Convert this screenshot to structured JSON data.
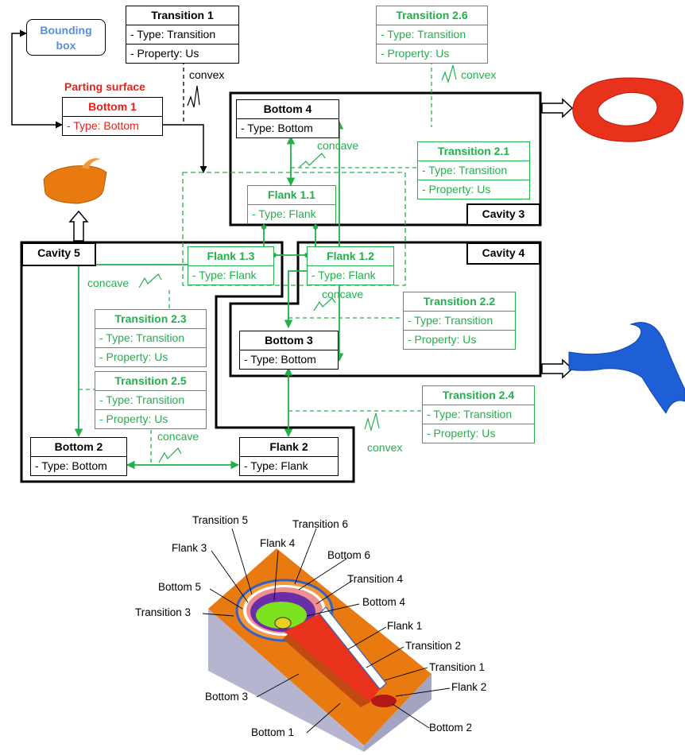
{
  "graph": {
    "bounding_box": {
      "line1": "Bounding",
      "line2": "box"
    },
    "parting_surface_label": "Parting surface",
    "bottom1": {
      "title": "Bottom 1",
      "type": "- Type: Bottom"
    },
    "transition1": {
      "title": "Transition 1",
      "type": "- Type: Transition",
      "property": "- Property: Us"
    },
    "transition26": {
      "title": "Transition 2.6",
      "type": "- Type: Transition",
      "property": "- Property: Us"
    },
    "bottom4": {
      "title": "Bottom 4",
      "type": "- Type: Bottom"
    },
    "transition21": {
      "title": "Transition 2.1",
      "type": "- Type: Transition",
      "property": "- Property: Us"
    },
    "flank11": {
      "title": "Flank 1.1",
      "type": "- Type: Flank"
    },
    "flank13": {
      "title": "Flank 1.3",
      "type": "- Type: Flank"
    },
    "flank12": {
      "title": "Flank 1.2",
      "type": "- Type: Flank"
    },
    "transition23": {
      "title": "Transition 2.3",
      "type": "- Type: Transition",
      "property": "- Property: Us"
    },
    "transition22": {
      "title": "Transition 2.2",
      "type": "- Type: Transition",
      "property": "- Property: Us"
    },
    "bottom3": {
      "title": "Bottom 3",
      "type": "- Type: Bottom"
    },
    "transition25": {
      "title": "Transition 2.5",
      "type": "- Type: Transition",
      "property": "- Property: Us"
    },
    "transition24": {
      "title": "Transition 2.4",
      "type": "- Type: Transition",
      "property": "- Property: Us"
    },
    "bottom2": {
      "title": "Bottom 2",
      "type": "- Type: Bottom"
    },
    "flank2": {
      "title": "Flank 2",
      "type": "- Type: Flank"
    },
    "cavity3": "Cavity 3",
    "cavity4": "Cavity 4",
    "cavity5": "Cavity 5",
    "edge_labels": {
      "convex_t1": "convex",
      "convex_t26": "convex",
      "concave_b4": "concave",
      "concave_t23": "concave",
      "concave_t22": "concave",
      "concave_b2": "concave",
      "convex_t24": "convex"
    },
    "colors": {
      "green": "#22b04b",
      "red": "#e8201a",
      "blue_text": "#5b8fd6",
      "cavity3_part": "#e8321c",
      "cavity4_part": "#1f5fd6",
      "cavity5_part": "#e87a10"
    }
  },
  "part_labels": {
    "transition5": "Transition 5",
    "transition6": "Transition 6",
    "flank3": "Flank 3",
    "flank4": "Flank 4",
    "bottom6": "Bottom 6",
    "transition4": "Transition 4",
    "bottom5": "Bottom 5",
    "bottom4": "Bottom 4",
    "transition3": "Transition 3",
    "flank1": "Flank 1",
    "transition2": "Transition 2",
    "transition1": "Transition 1",
    "flank2": "Flank 2",
    "bottom3": "Bottom 3",
    "bottom2": "Bottom 2",
    "bottom1": "Bottom 1"
  }
}
